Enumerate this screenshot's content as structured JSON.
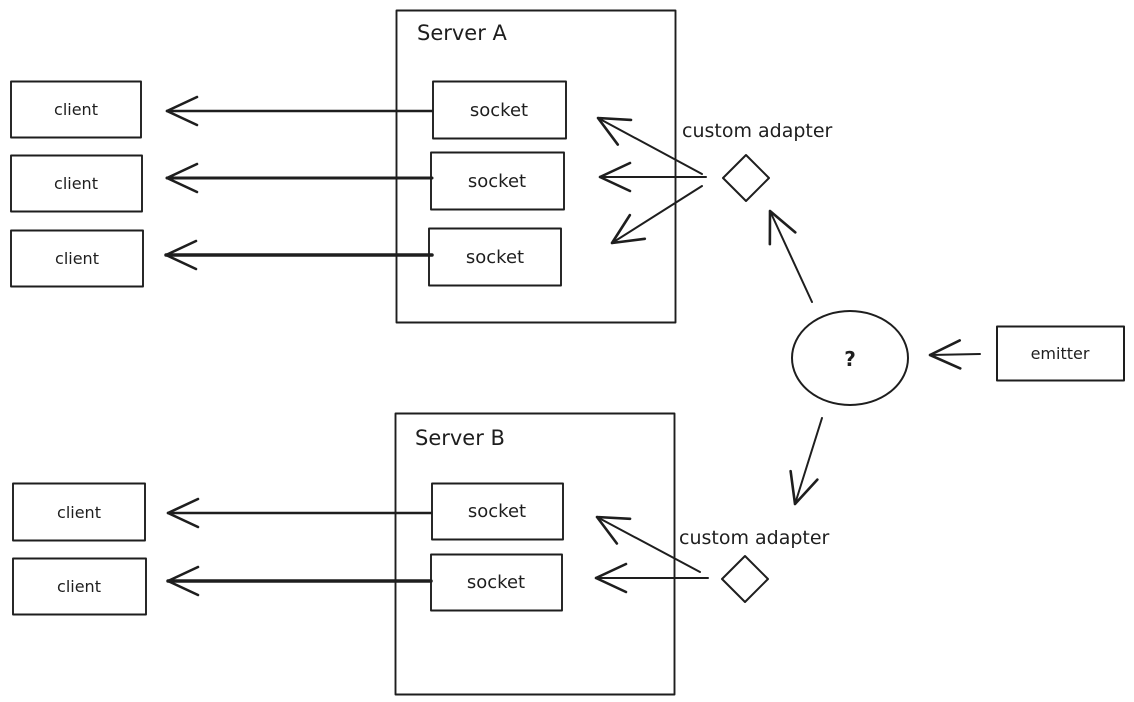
{
  "colors": {
    "stroke": "#1e1e1e",
    "background": "#ffffff"
  },
  "diagram": {
    "server_a": {
      "title": "Server A",
      "sockets": [
        "socket",
        "socket",
        "socket"
      ]
    },
    "server_b": {
      "title": "Server B",
      "sockets": [
        "socket",
        "socket"
      ]
    },
    "clients_top": [
      "client",
      "client",
      "client"
    ],
    "clients_bottom": [
      "client",
      "client"
    ],
    "adapters": {
      "top_label": "custom adapter",
      "bottom_label": "custom adapter"
    },
    "router": {
      "label": "?"
    },
    "emitter": {
      "label": "emitter"
    }
  }
}
